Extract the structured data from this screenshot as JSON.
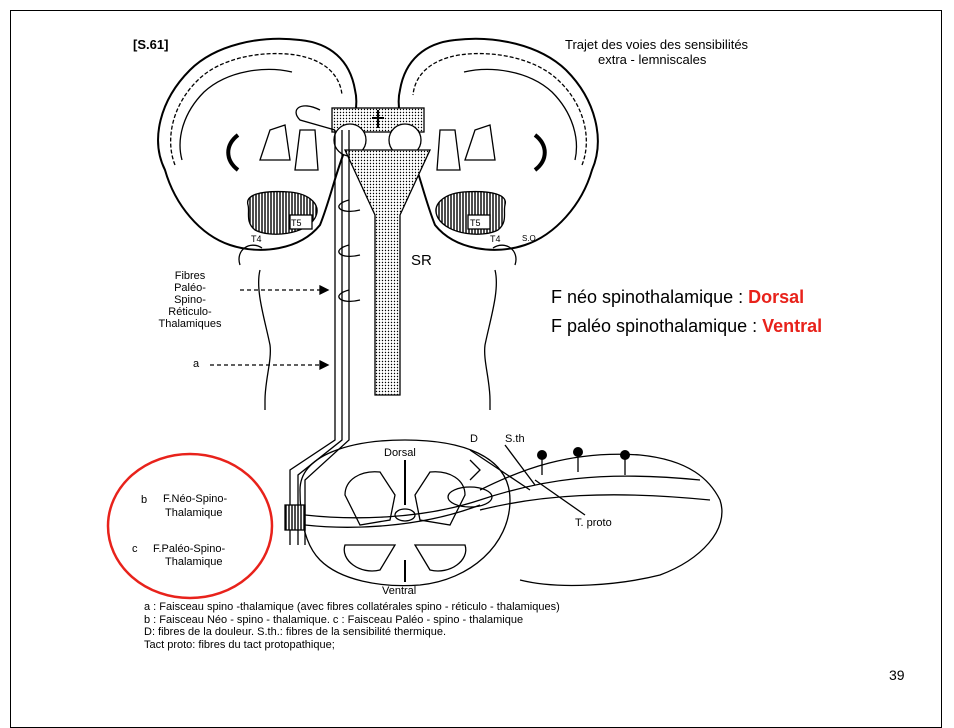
{
  "slide_code": "[S.61]",
  "title_line1": "Trajet des voies des  sensibilités",
  "title_line2": "extra - lemniscales",
  "labels": {
    "t4_left": "T4",
    "t5_left": "T5",
    "t5_right": "T5",
    "t4_right": "T4",
    "so": "S.O",
    "sr": "SR",
    "fibres": [
      "Fibres",
      "Paléo-",
      "Spino-",
      "Réticulo-",
      "Thalamiques"
    ],
    "a": "a",
    "dorsal": "Dorsal",
    "ventral": "Ventral",
    "d": "D",
    "sth": "S.th",
    "tproto": "T. proto",
    "b": "b",
    "b_name1": "F.Néo-Spino-",
    "b_name2": "Thalamique",
    "c": "c",
    "c_name1": "F.Paléo-Spino-",
    "c_name2": "Thalamique"
  },
  "statements": [
    {
      "text": "F néo spinothalamique : ",
      "highlight": "Dorsal"
    },
    {
      "text": "F paléo spinothalamique : ",
      "highlight": "Ventral"
    }
  ],
  "legend": [
    "a : Faisceau spino -thalamique (avec fibres collatérales spino - réticulo - thalamiques)",
    " b : Faisceau  Néo - spino - thalamique.  c : Faisceau Paléo - spino - thalamique",
    " D: fibres de la douleur.  S.th.: fibres de la sensibilité thermique.",
    "Tact proto: fibres du tact protopathique;"
  ],
  "page_number": "39",
  "colors": {
    "highlight": "#e8221b",
    "circle": "#e8221b",
    "stroke": "#000000"
  }
}
